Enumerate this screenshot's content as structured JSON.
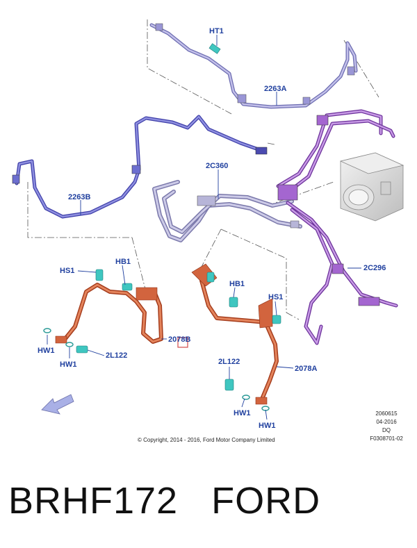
{
  "callouts": {
    "ht1": "HT1",
    "p2263a": "2263A",
    "p2263b": "2263B",
    "p2c360": "2C360",
    "p2c296": "2C296",
    "hs1_left": "HS1",
    "hb1_left": "HB1",
    "hw1_left_a": "HW1",
    "hw1_left_b": "HW1",
    "l122_left": "2L122",
    "p2078b": "2078B",
    "hb1_right": "HB1",
    "hs1_right": "HS1",
    "l122_right": "2L122",
    "p2078a": "2078A",
    "hw1_right_a": "HW1",
    "hw1_right_b": "HW1"
  },
  "metadata": {
    "code": "2060615",
    "date": "04-2016",
    "initials": "DQ",
    "figure_id": "F0308701-02"
  },
  "copyright": "© Copyright, 2014 - 2016, Ford Motor Company Limited",
  "caption": {
    "part_number": "BRHF172",
    "brand": "FORD"
  },
  "colors": {
    "callout_text": "#1f3f9e",
    "brake_line_lavender": "#8e88cc",
    "brake_line_blue": "#5a5cc0",
    "brake_line_purple": "#9a5cc0",
    "brake_hose_orange": "#d2643e",
    "clip_teal": "#3fc6c0",
    "abs_module_gray": "#d8d8d8"
  },
  "icons": {
    "direction_arrow": "front-direction-arrow-icon"
  }
}
